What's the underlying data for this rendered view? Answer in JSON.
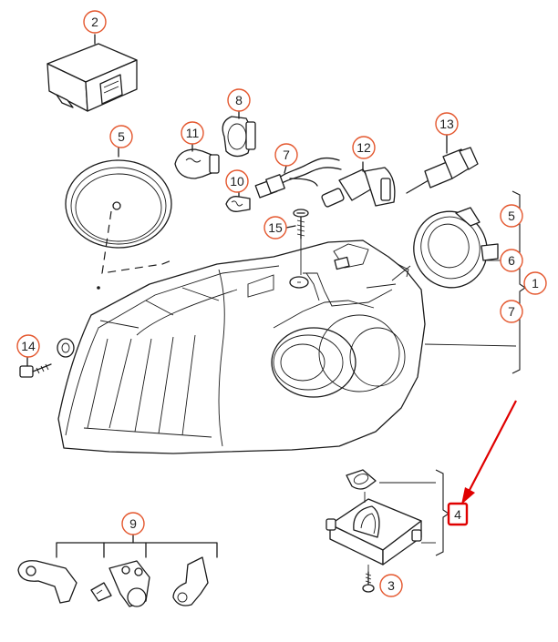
{
  "callouts": [
    {
      "id": "2"
    },
    {
      "id": "5"
    },
    {
      "id": "11"
    },
    {
      "id": "8"
    },
    {
      "id": "10"
    },
    {
      "id": "7"
    },
    {
      "id": "12"
    },
    {
      "id": "13"
    },
    {
      "id": "15"
    },
    {
      "id": "14"
    },
    {
      "id": "9"
    },
    {
      "id": "3"
    }
  ],
  "bracket_labels": {
    "top_group": [
      "5",
      "6",
      "7"
    ],
    "top_group_parent": "1",
    "ballast_group_parent": "4"
  },
  "highlight": {
    "target": "4",
    "color": "#e00000"
  },
  "accent_color": "#e4572e"
}
